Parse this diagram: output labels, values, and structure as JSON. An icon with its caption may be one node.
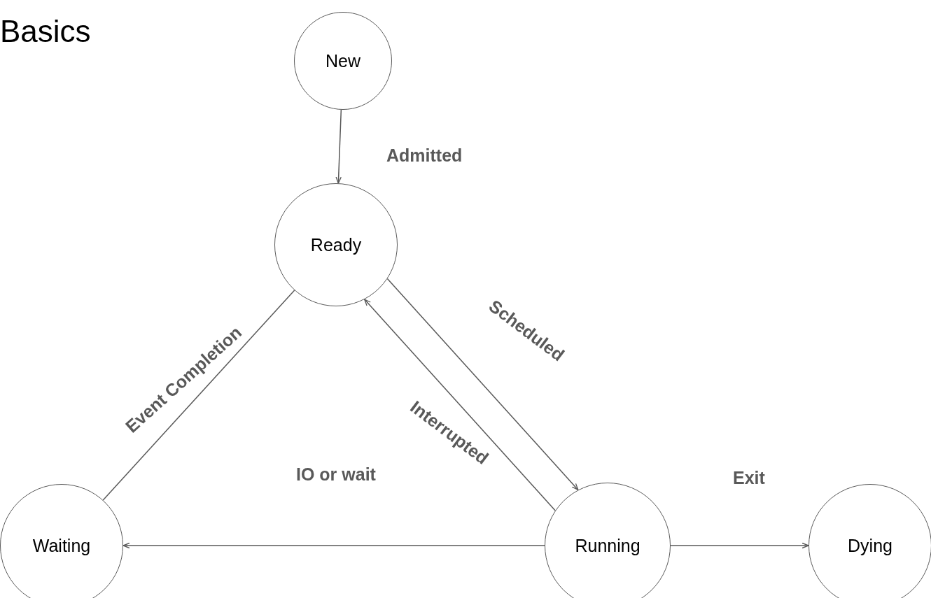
{
  "diagram": {
    "title": "Basics",
    "nodes": [
      {
        "text": [
          "New"
        ]
      },
      {
        "text": [
          "Ready"
        ]
      },
      {
        "text": [
          "Waiting"
        ]
      },
      {
        "text": [
          "Running"
        ]
      },
      {
        "text": [
          "Dying"
        ]
      }
    ],
    "edges": [
      {
        "from": 0,
        "to": 1,
        "arrow": "to",
        "label": "Admitted"
      },
      {
        "from": 1,
        "to": 3,
        "arrow": "to",
        "label": "Scheduled"
      },
      {
        "from": 3,
        "to": 1,
        "arrow": "to",
        "label": "Interrupted"
      },
      {
        "from": 3,
        "to": 2,
        "arrow": "to",
        "label": "IO or wait"
      },
      {
        "from": 3,
        "to": 4,
        "arrow": "to",
        "label": "Exit"
      },
      {
        "from": 2,
        "to": 1,
        "arrow": "none",
        "label": "Event Completion"
      }
    ]
  }
}
